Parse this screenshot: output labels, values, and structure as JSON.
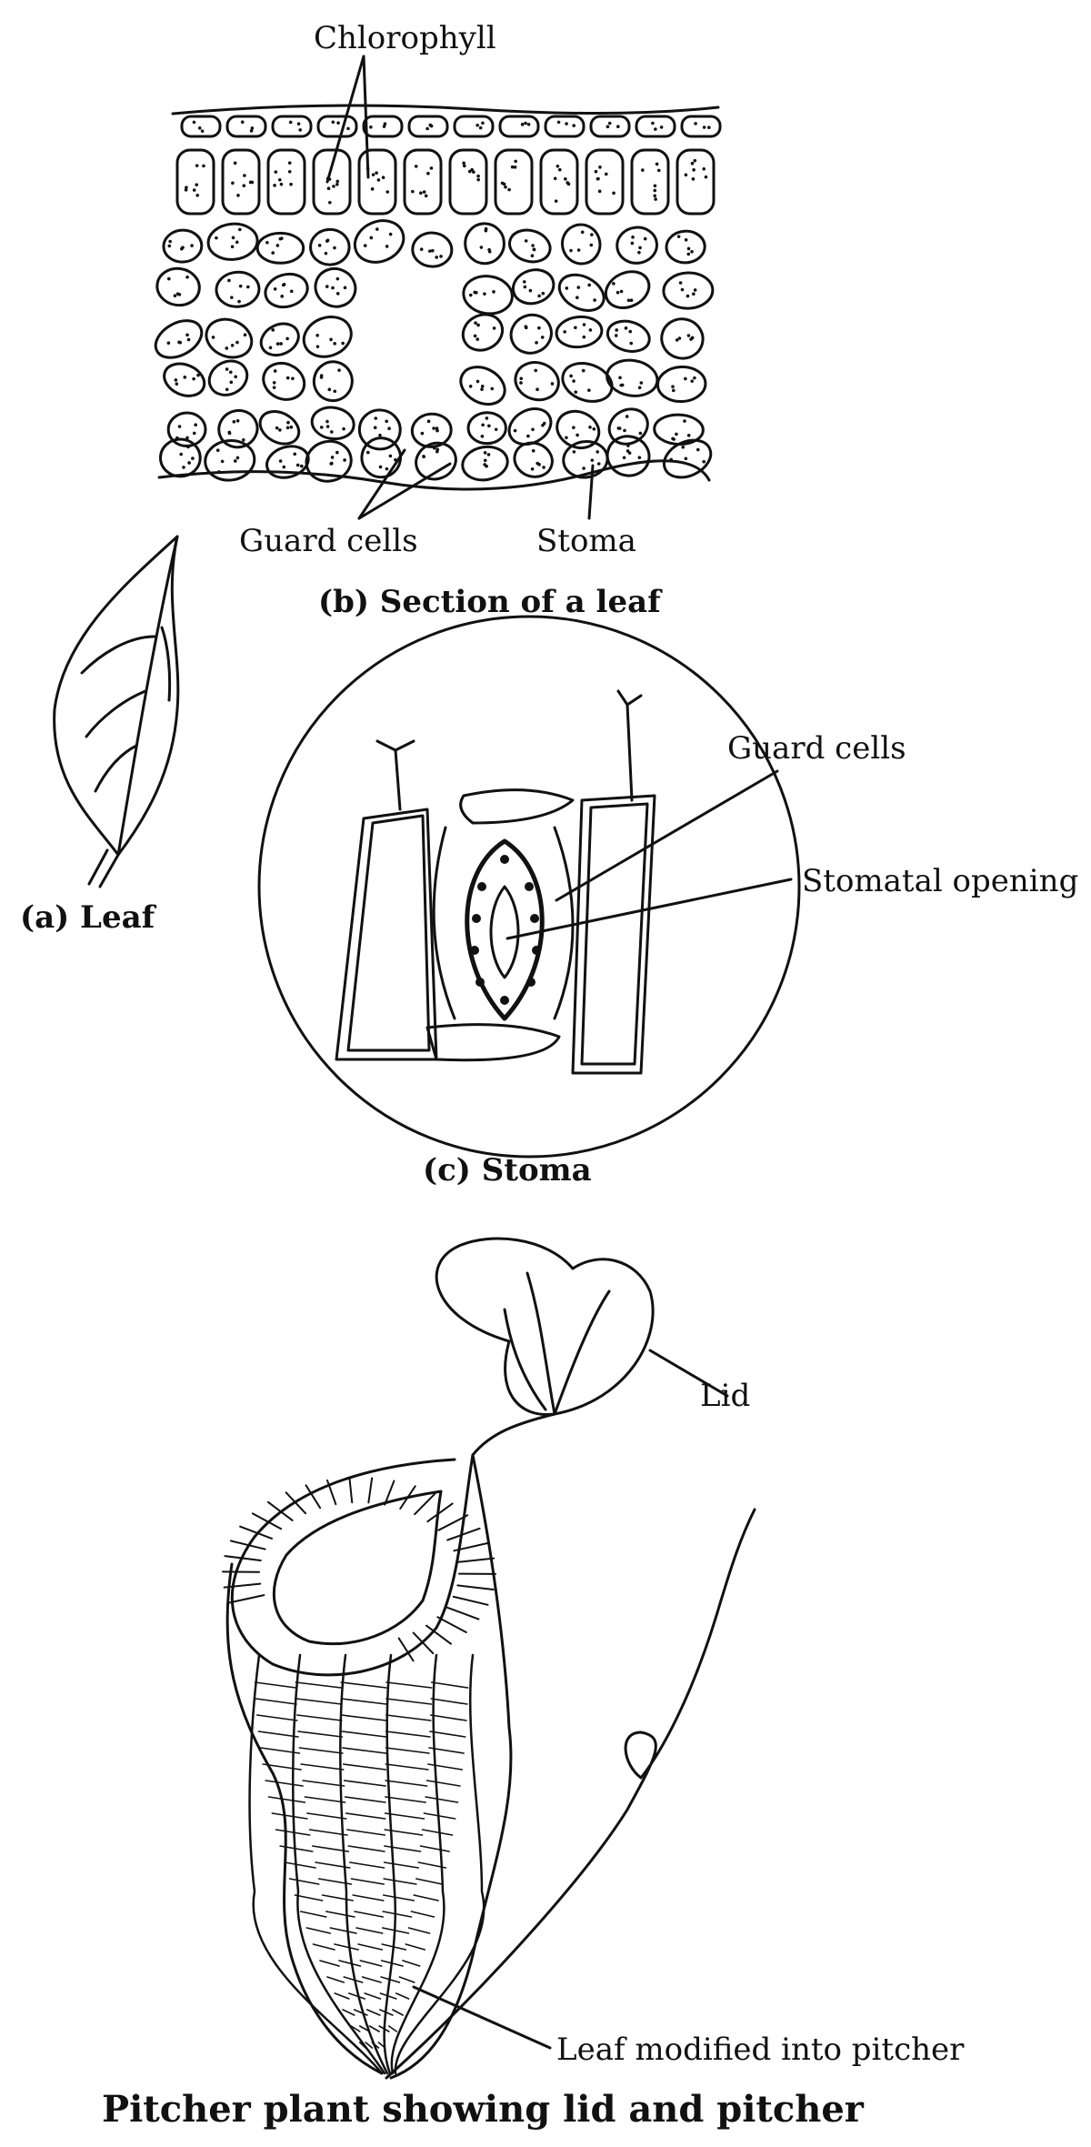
{
  "labels": {
    "chlorophyll": "Chlorophyll",
    "guard_cells_section": "Guard cells",
    "stoma_section": "Stoma",
    "guard_cells_stoma": "Guard cells",
    "stomatal_opening": "Stomatal opening",
    "lid": "Lid",
    "leaf_modified": "Leaf modified into pitcher"
  },
  "captions": {
    "section": "(b) Section of a leaf",
    "leaf": "(a) Leaf",
    "stoma": "(c) Stoma",
    "pitcher": "Pitcher plant showing lid and pitcher"
  }
}
